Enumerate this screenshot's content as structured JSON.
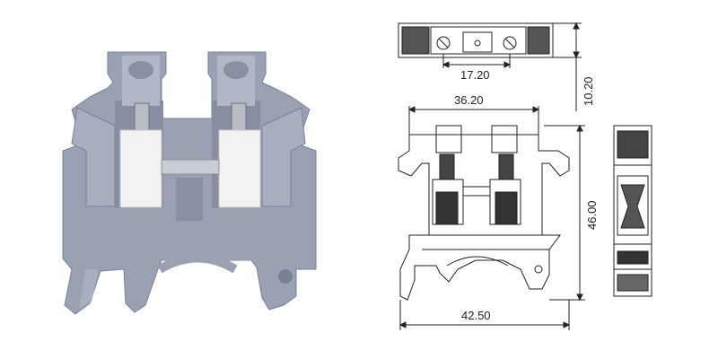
{
  "photo": {
    "body_color": "#9aa1b3",
    "body_shadow": "#7b8194",
    "insert_color": "#f2f2f2",
    "metal_color": "#b9bcc2"
  },
  "drawing": {
    "line_color": "#222222",
    "top_view": {
      "width_label": "17.20",
      "height_label": "10.20"
    },
    "front_view": {
      "top_width_label": "36.20",
      "height_label": "46.00",
      "base_width_label": "42.50"
    }
  }
}
